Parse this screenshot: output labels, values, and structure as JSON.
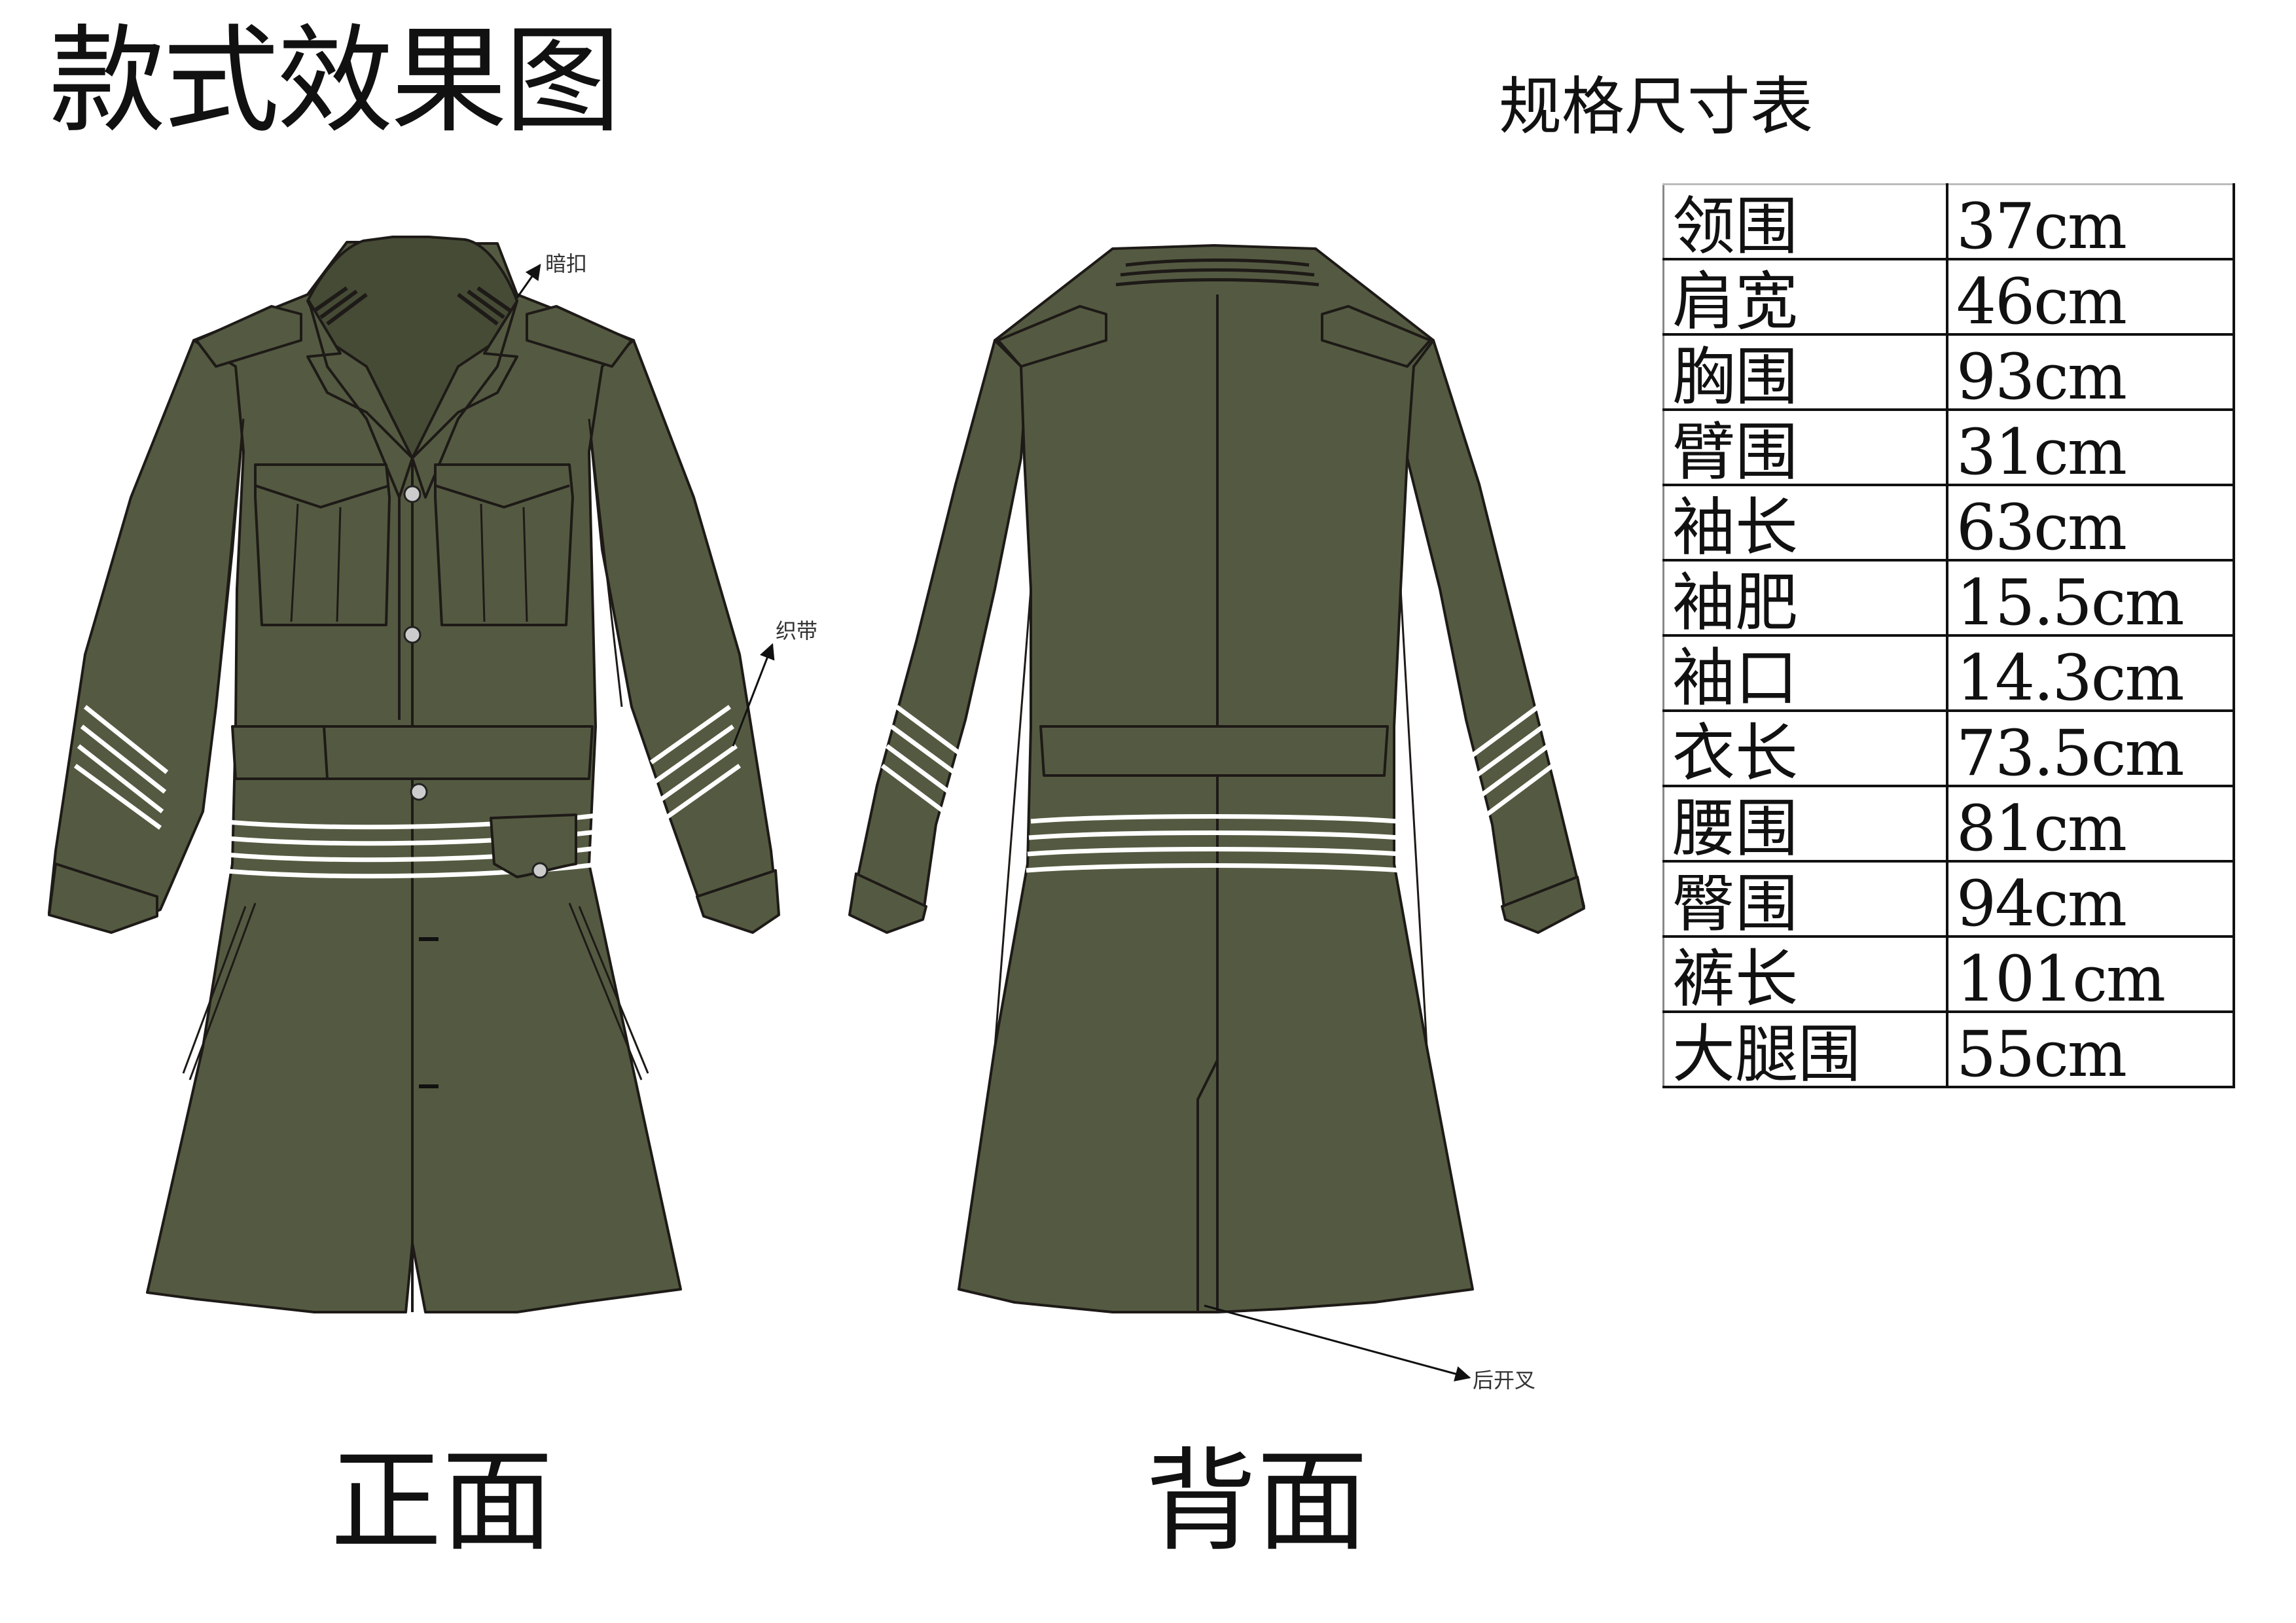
{
  "page_title": "款式效果图",
  "spec_table": {
    "title": "规格尺寸表",
    "rows": [
      {
        "name": "领围",
        "value": "37cm"
      },
      {
        "name": "肩宽",
        "value": "46cm"
      },
      {
        "name": "胸围",
        "value": "93cm"
      },
      {
        "name": "臂围",
        "value": "31cm"
      },
      {
        "name": "袖长",
        "value": "63cm"
      },
      {
        "name": "袖肥",
        "value": "15.5cm"
      },
      {
        "name": "袖口",
        "value": "14.3cm"
      },
      {
        "name": "衣长",
        "value": "73.5cm"
      },
      {
        "name": "腰围",
        "value": "81cm"
      },
      {
        "name": "臀围",
        "value": "94cm"
      },
      {
        "name": "裤长",
        "value": "101cm"
      },
      {
        "name": "大腿围",
        "value": "55cm"
      }
    ]
  },
  "callouts": {
    "hidden_buttons": "暗扣",
    "webbing": "织带",
    "back_vent": "后开叉"
  },
  "views": {
    "front": "正面",
    "back": "背面"
  },
  "colors": {
    "garment": "#545a41",
    "collar": "#454b35",
    "outline": "#1e1a17",
    "stripe": "#ffffff"
  }
}
